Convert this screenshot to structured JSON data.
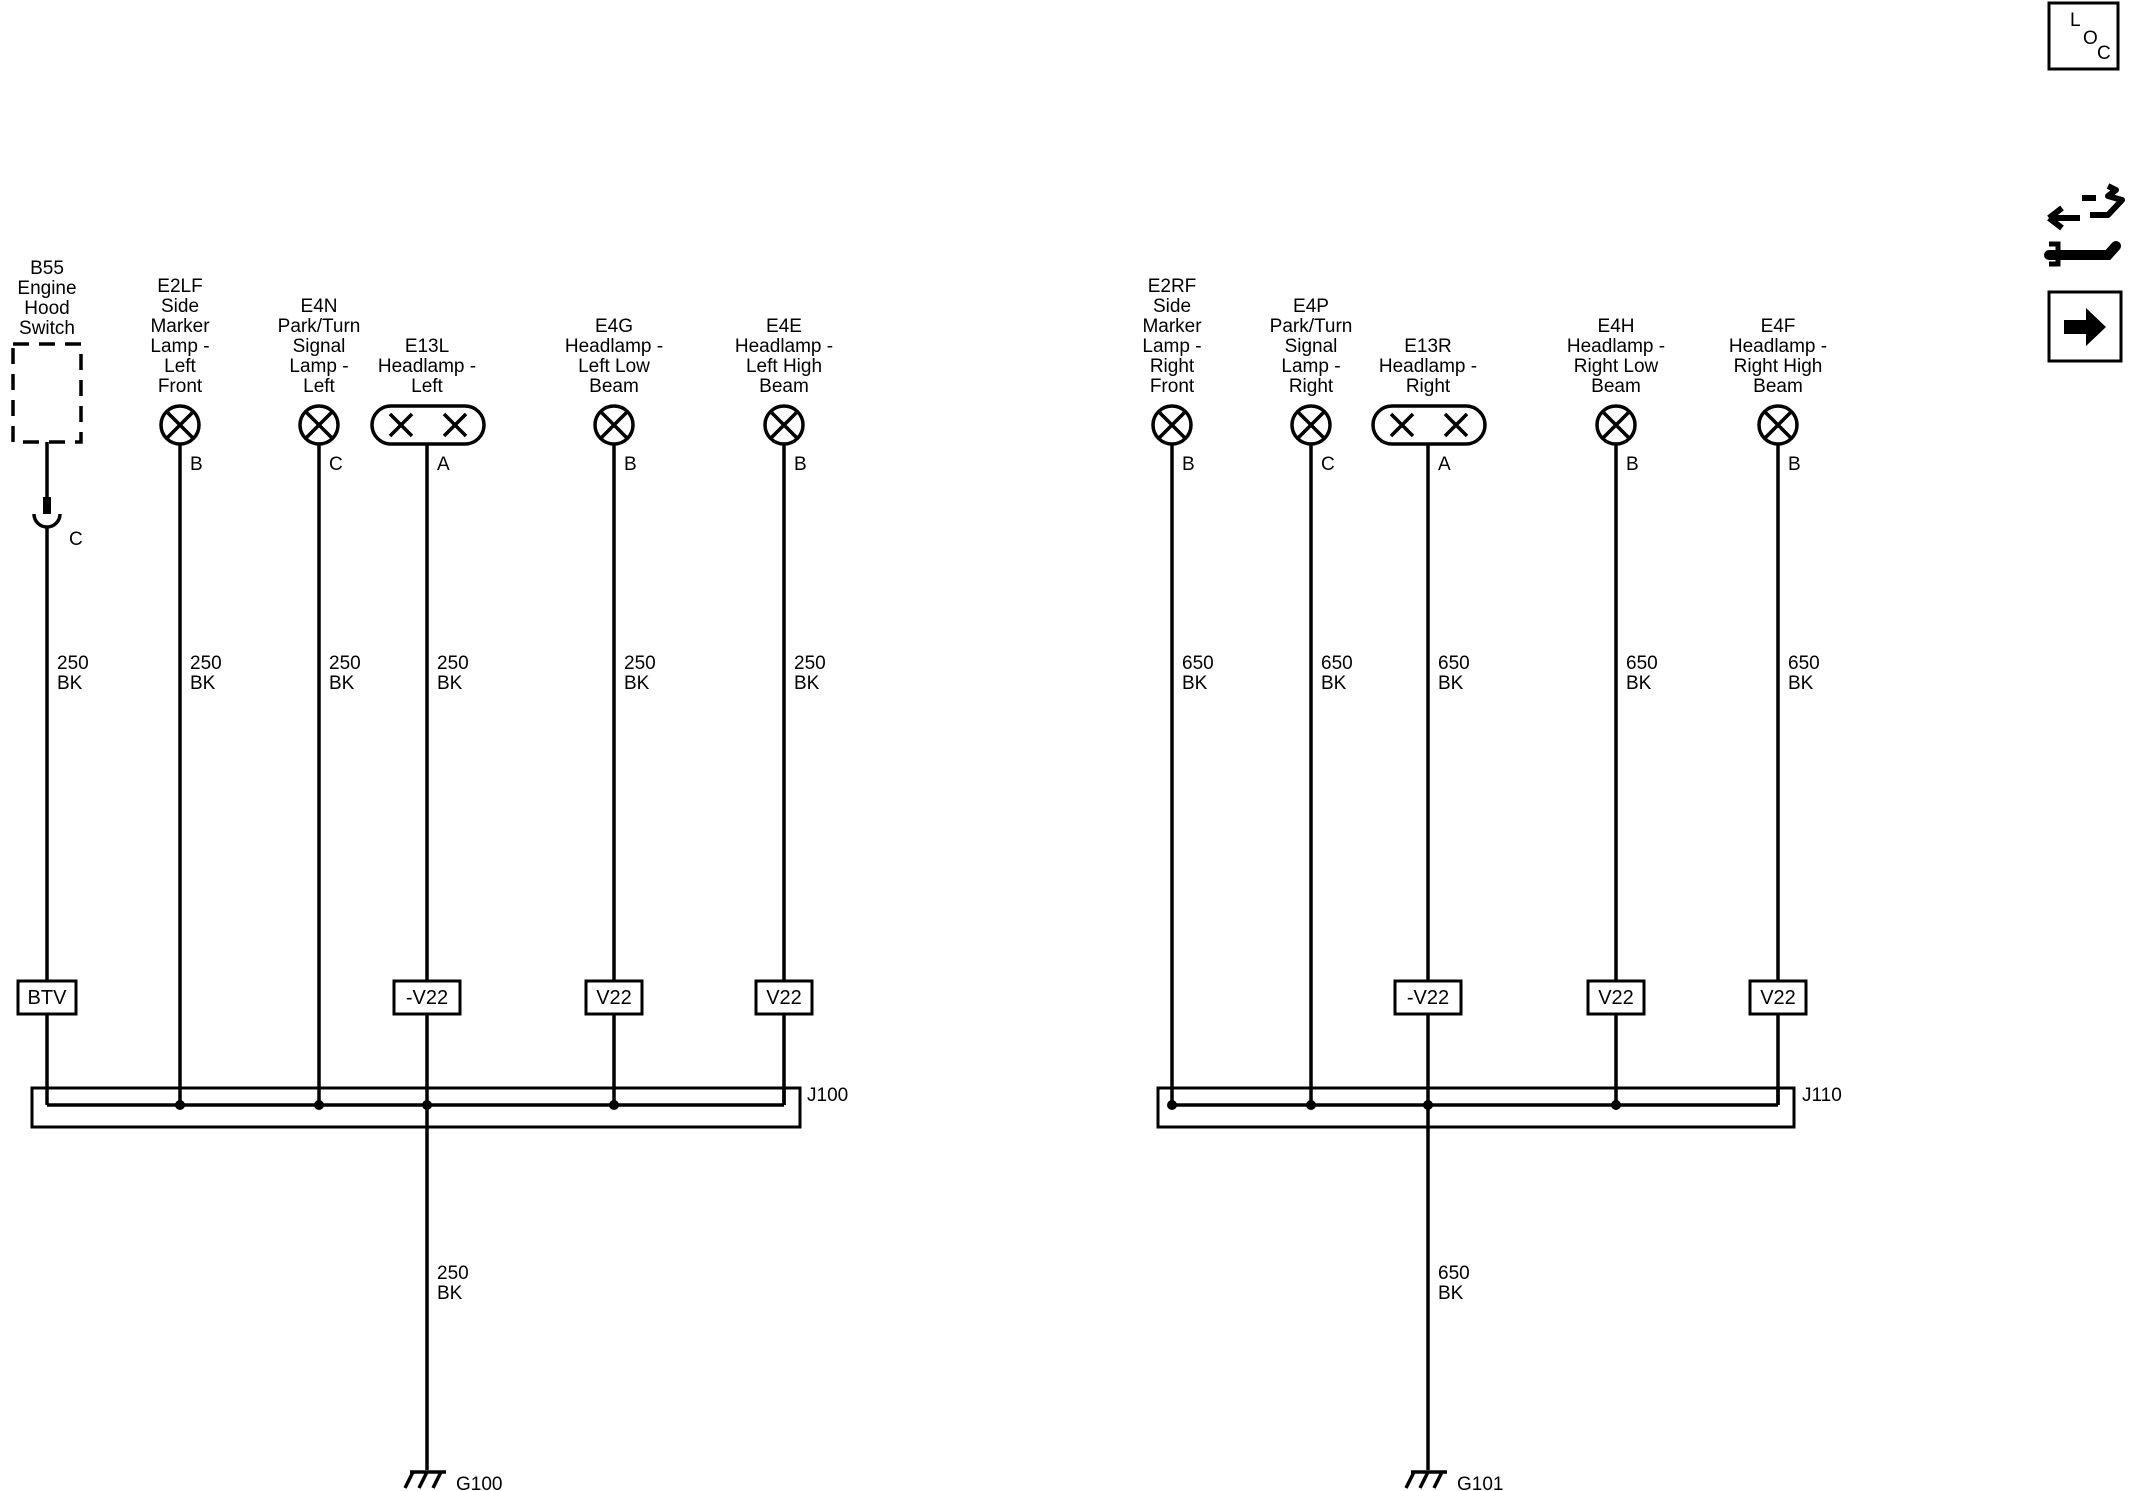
{
  "icons": {
    "loc": {
      "letters": [
        "L",
        "O",
        "C"
      ],
      "icon": "loc-icon"
    },
    "wrench": {
      "icon": "wrench-arrow-icon"
    },
    "next": {
      "icon": "right-arrow-icon"
    }
  },
  "hood_switch": {
    "labels": [
      "B55",
      "Engine",
      "Hood",
      "Switch"
    ],
    "pin": "C",
    "wire": [
      "250",
      "BK"
    ],
    "connector": "BTV"
  },
  "left_components": [
    {
      "labels": [
        "E2LF",
        "Side",
        "Marker",
        "Lamp -",
        "Left",
        "Front"
      ],
      "pin": "B",
      "wire": [
        "250",
        "BK"
      ],
      "connector": ""
    },
    {
      "labels": [
        "E4N",
        "Park/Turn",
        "Signal",
        "Lamp -",
        "Left"
      ],
      "pin": "C",
      "wire": [
        "250",
        "BK"
      ],
      "connector": ""
    },
    {
      "labels": [
        "E13L",
        "Headlamp -",
        "Left"
      ],
      "pin": "A",
      "wire": [
        "250",
        "BK"
      ],
      "connector": "-V22"
    },
    {
      "labels": [
        "E4G",
        "Headlamp -",
        "Left Low",
        "Beam"
      ],
      "pin": "B",
      "wire": [
        "250",
        "BK"
      ],
      "connector": "V22"
    },
    {
      "labels": [
        "E4E",
        "Headlamp -",
        "Left High",
        "Beam"
      ],
      "pin": "B",
      "wire": [
        "250",
        "BK"
      ],
      "connector": "V22"
    }
  ],
  "right_components": [
    {
      "labels": [
        "E2RF",
        "Side",
        "Marker",
        "Lamp -",
        "Right",
        "Front"
      ],
      "pin": "B",
      "wire": [
        "650",
        "BK"
      ],
      "connector": ""
    },
    {
      "labels": [
        "E4P",
        "Park/Turn",
        "Signal",
        "Lamp -",
        "Right"
      ],
      "pin": "C",
      "wire": [
        "650",
        "BK"
      ],
      "connector": ""
    },
    {
      "labels": [
        "E13R",
        "Headlamp -",
        "Right"
      ],
      "pin": "A",
      "wire": [
        "650",
        "BK"
      ],
      "connector": "-V22"
    },
    {
      "labels": [
        "E4H",
        "Headlamp -",
        "Right Low",
        "Beam"
      ],
      "pin": "B",
      "wire": [
        "650",
        "BK"
      ],
      "connector": "V22"
    },
    {
      "labels": [
        "E4F",
        "Headlamp -",
        "Right High",
        "Beam"
      ],
      "pin": "B",
      "wire": [
        "650",
        "BK"
      ],
      "connector": "V22"
    }
  ],
  "splices": {
    "left": {
      "name": "J100",
      "wire_out": [
        "250",
        "BK"
      ],
      "ground": "G100"
    },
    "right": {
      "name": "J110",
      "wire_out": [
        "650",
        "BK"
      ],
      "ground": "G101"
    }
  }
}
